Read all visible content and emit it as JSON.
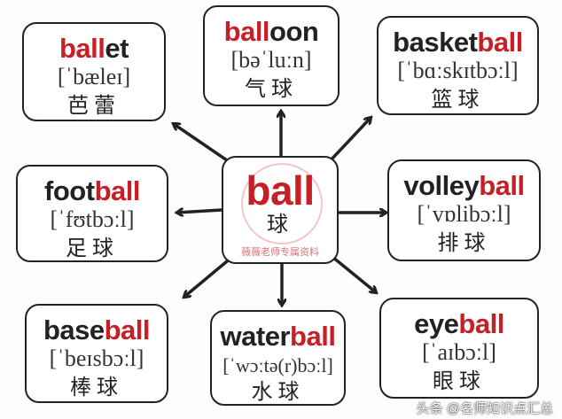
{
  "center": {
    "word_red": "ball",
    "word_black": "",
    "chinese": "球",
    "stamp_text": "薇薇老师专属资料"
  },
  "items": [
    {
      "word_red": "ball",
      "word_black": "et",
      "red_first": true,
      "ipa": "[ˈbæleɪ]",
      "chinese": "芭蕾"
    },
    {
      "word_red": "ball",
      "word_black": "oon",
      "red_first": true,
      "ipa": "[bəˈluːn]",
      "chinese": "气球"
    },
    {
      "word_black": "basket",
      "word_red": "ball",
      "red_first": false,
      "ipa": "[ˈbɑːskɪtbɔːl]",
      "chinese": "篮球"
    },
    {
      "word_black": "foot",
      "word_red": "ball",
      "red_first": false,
      "ipa": "[ˈfʊtbɔːl]",
      "chinese": "足球"
    },
    {
      "word_black": "volley",
      "word_red": "ball",
      "red_first": false,
      "ipa": "[ˈvɒlibɔːl]",
      "chinese": "排球"
    },
    {
      "word_black": "base",
      "word_red": "ball",
      "red_first": false,
      "ipa": "[ˈbeɪsbɔːl]",
      "chinese": "棒球"
    },
    {
      "word_black": "water",
      "word_red": "ball",
      "red_first": false,
      "ipa": "[ˈwɔːtə(r)bɔːl]",
      "chinese": "水球"
    },
    {
      "word_black": "eye",
      "word_red": "ball",
      "red_first": false,
      "ipa": "[ˈaɪbɔːl]",
      "chinese": "眼球"
    }
  ],
  "watermark": "头条 @名师知识点汇总",
  "colors": {
    "accent": "#c62026",
    "text": "#222222"
  }
}
